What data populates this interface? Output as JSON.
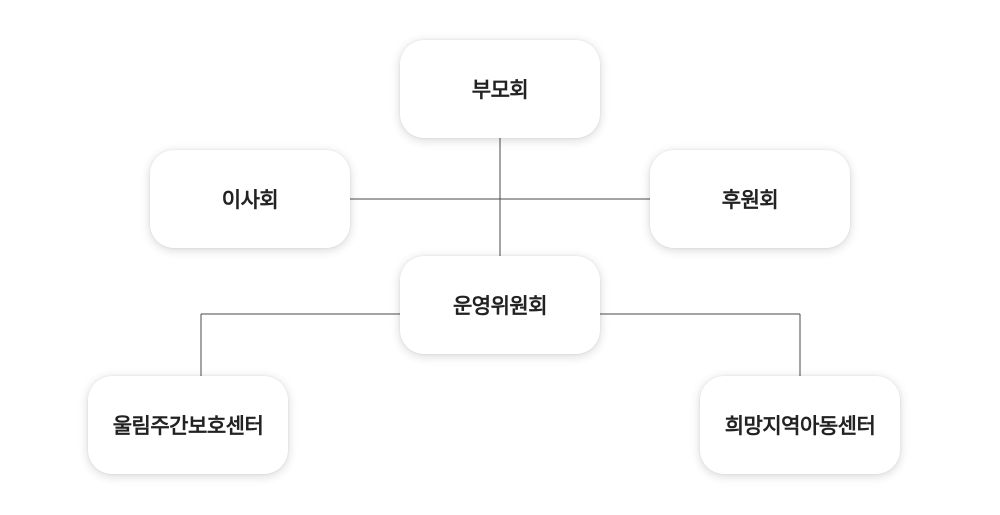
{
  "org_chart": {
    "parents_council": "부모회",
    "board_of_directors": "이사회",
    "supporters_association": "후원회",
    "steering_committee": "운영위원회",
    "ullim_day_care_center": "울림주간보호센터",
    "huimang_community_child_center": "희망지역아동센터"
  },
  "colors": {
    "line": "#4a4a4a",
    "node_background": "#ffffff",
    "text": "#222222"
  }
}
